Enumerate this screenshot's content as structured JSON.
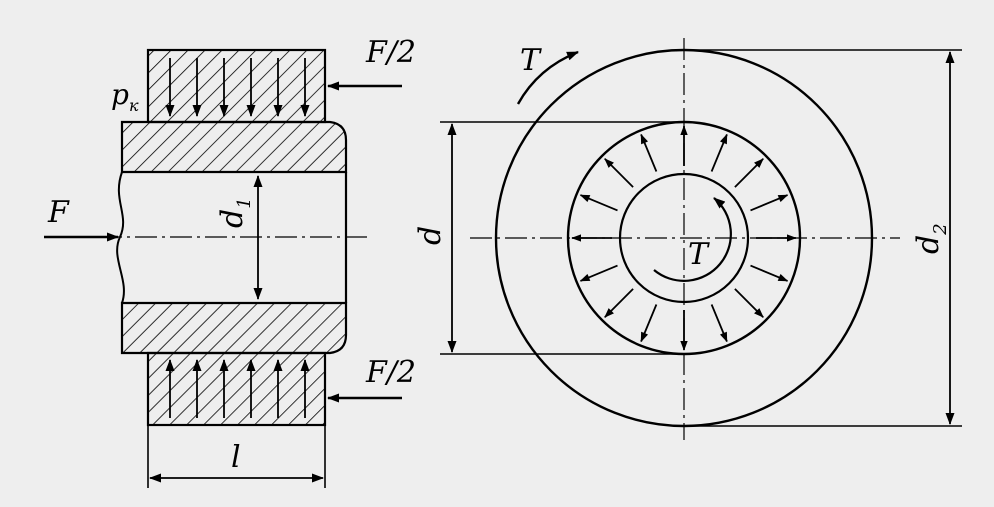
{
  "labels": {
    "p_main": "p",
    "p_sub": "к",
    "f_half_top": "F/2",
    "f_half_bottom": "F/2",
    "f_axial": "F",
    "d1_main": "d",
    "d1_sub": "1",
    "length": "l",
    "d": "d",
    "d2_main": "d",
    "d2_sub": "2",
    "t_outer": "T",
    "t_inner": "T"
  }
}
